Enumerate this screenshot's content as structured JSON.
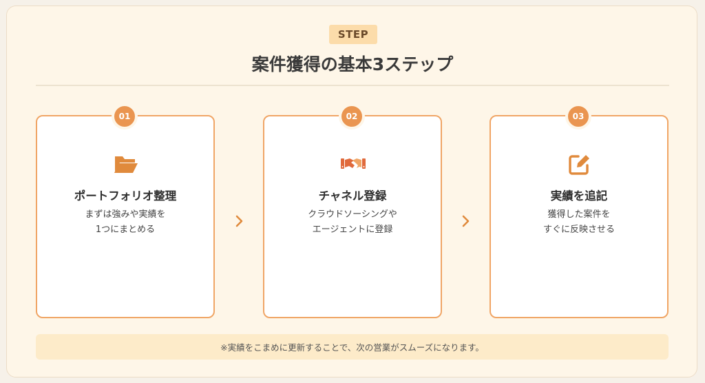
{
  "header": {
    "badge": "STEP",
    "title": "案件獲得の基本3ステップ"
  },
  "steps": [
    {
      "number": "01",
      "icon": "folder-open-icon",
      "title": "ポートフォリオ整理",
      "desc_lines": [
        "まずは強みや実績を",
        "1つにまとめる"
      ]
    },
    {
      "number": "02",
      "icon": "handshake-icon",
      "title": "チャネル登録",
      "desc_lines": [
        "クラウドソーシングや",
        "エージェントに登録"
      ]
    },
    {
      "number": "03",
      "icon": "edit-pen-icon",
      "title": "実績を追記",
      "desc_lines": [
        "獲得した案件を",
        "すぐに反映させる"
      ]
    }
  ],
  "note": "※実績をこまめに更新することで、次の営業がスムーズになります。",
  "colors": {
    "accent": "#ea9550",
    "card_border": "#f0a565",
    "badge_bg": "#fcdcaa",
    "note_bg": "#fdebc9",
    "panel_bg": "#fef6e8"
  }
}
